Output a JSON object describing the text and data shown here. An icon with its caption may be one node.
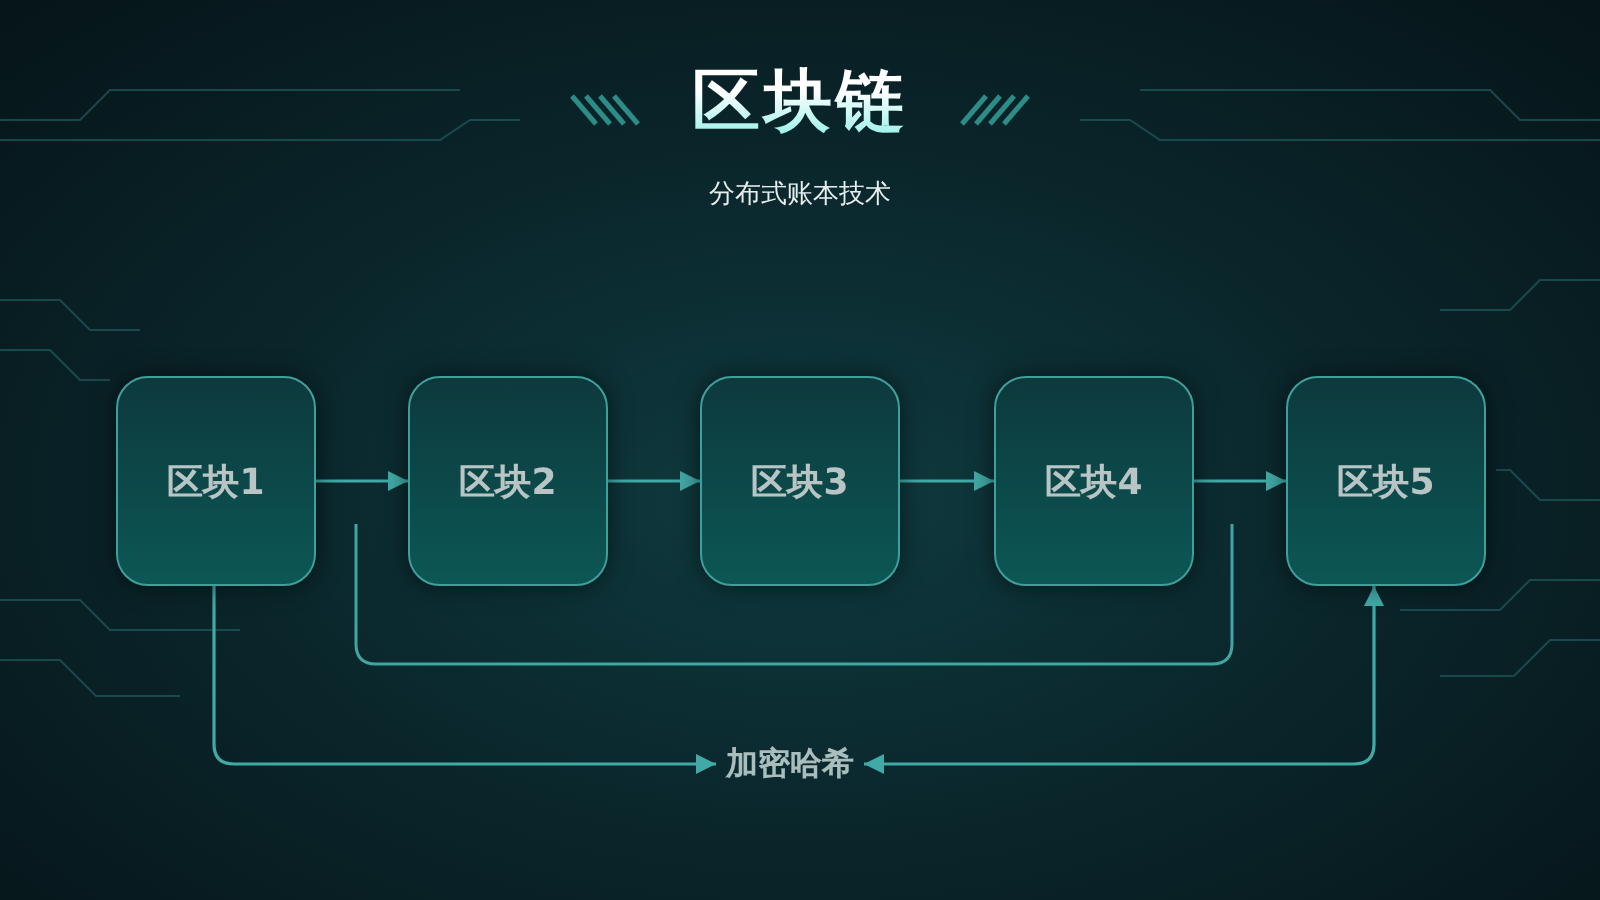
{
  "diagram": {
    "title": "区块链",
    "nodes": [
      {
        "text": [
          "区块1"
        ]
      },
      {
        "text": [
          "区块2"
        ]
      },
      {
        "text": [
          "区块3"
        ]
      },
      {
        "text": [
          "区块4"
        ]
      },
      {
        "text": [
          "区块5"
        ]
      },
      {
        "text": [
          "加密哈希"
        ]
      }
    ],
    "edges": [
      {
        "from": 0,
        "to": 1,
        "arrow": "to"
      },
      {
        "from": 1,
        "to": 2,
        "arrow": "to"
      },
      {
        "from": 2,
        "to": 3,
        "arrow": "to"
      },
      {
        "from": 3,
        "to": 4,
        "arrow": "to"
      },
      {
        "from": 0,
        "to": 5,
        "arrow": "to"
      },
      {
        "from": 5,
        "to": 4,
        "arrow": "both"
      }
    ],
    "labels": [
      "分布式账本技术"
    ]
  }
}
